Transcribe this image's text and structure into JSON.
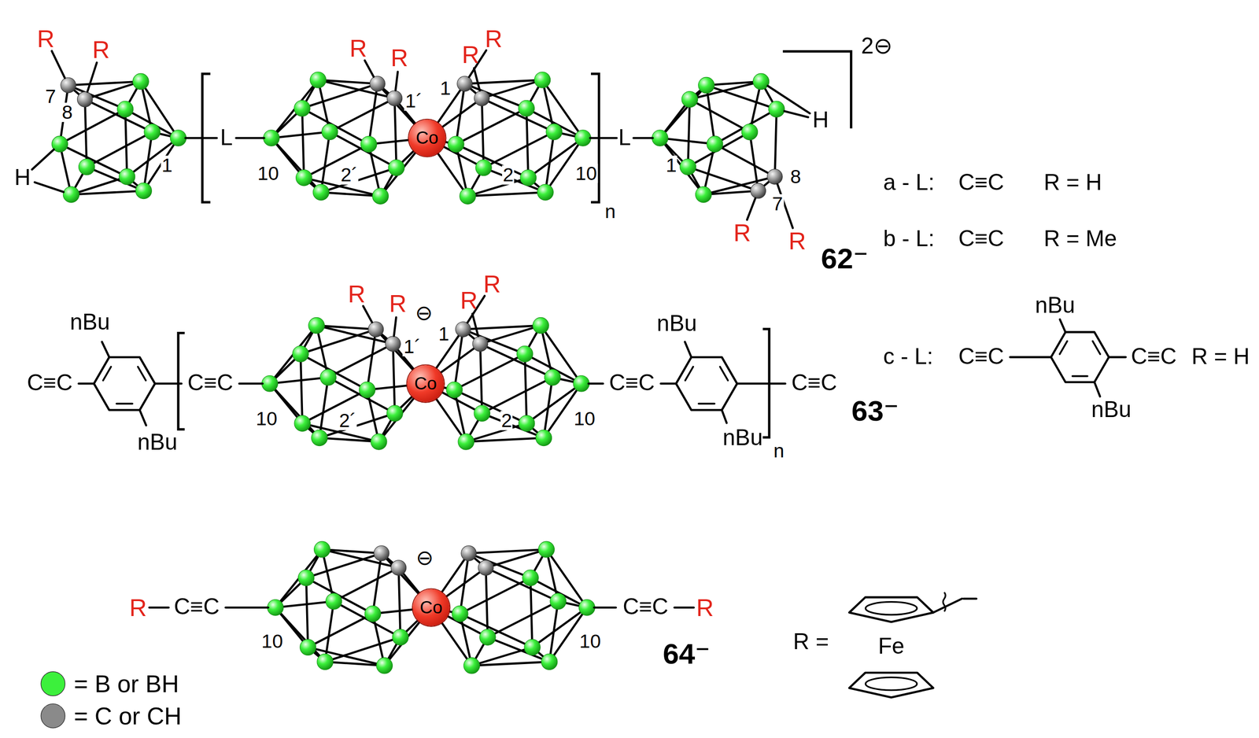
{
  "diagram": {
    "nodes": [
      {
        "text": [
          "Co"
        ]
      },
      {
        "text": [
          "Co"
        ]
      },
      {
        "text": [
          "Co"
        ]
      }
    ],
    "labels": [
      "R",
      "R",
      "7",
      "8",
      "H",
      "1",
      "L",
      "R",
      "R",
      "1´",
      "2´",
      "R",
      "R",
      "1",
      "2",
      "10",
      "10",
      "n",
      "L",
      "1",
      "2⊖",
      "H",
      "8",
      "7",
      "R",
      "R",
      "62⁻",
      "a - L:",
      "C≡C",
      "R = H",
      "b - L:",
      "C≡C",
      "R = Me",
      "nBu",
      "c - L:",
      "C≡C",
      "C≡C",
      "R = H",
      "nBu",
      "nBu",
      "C≡C",
      "nBu",
      "C≡C",
      "10",
      "R",
      "R",
      "1´",
      "2´",
      "⊖",
      "R",
      "R",
      "1",
      "2",
      "10",
      "C≡C",
      "nBu",
      "nBu",
      "n",
      "C≡C",
      "63⁻",
      "R",
      "C≡C",
      "10",
      "⊖",
      "10",
      "C≡C",
      "R",
      "64⁻",
      "R =",
      "Fe"
    ],
    "legend": [
      {
        "text": "= B or BH",
        "color": "#3cf03c"
      },
      {
        "text": "= C or CH",
        "color": "#8a8a8a"
      }
    ]
  }
}
